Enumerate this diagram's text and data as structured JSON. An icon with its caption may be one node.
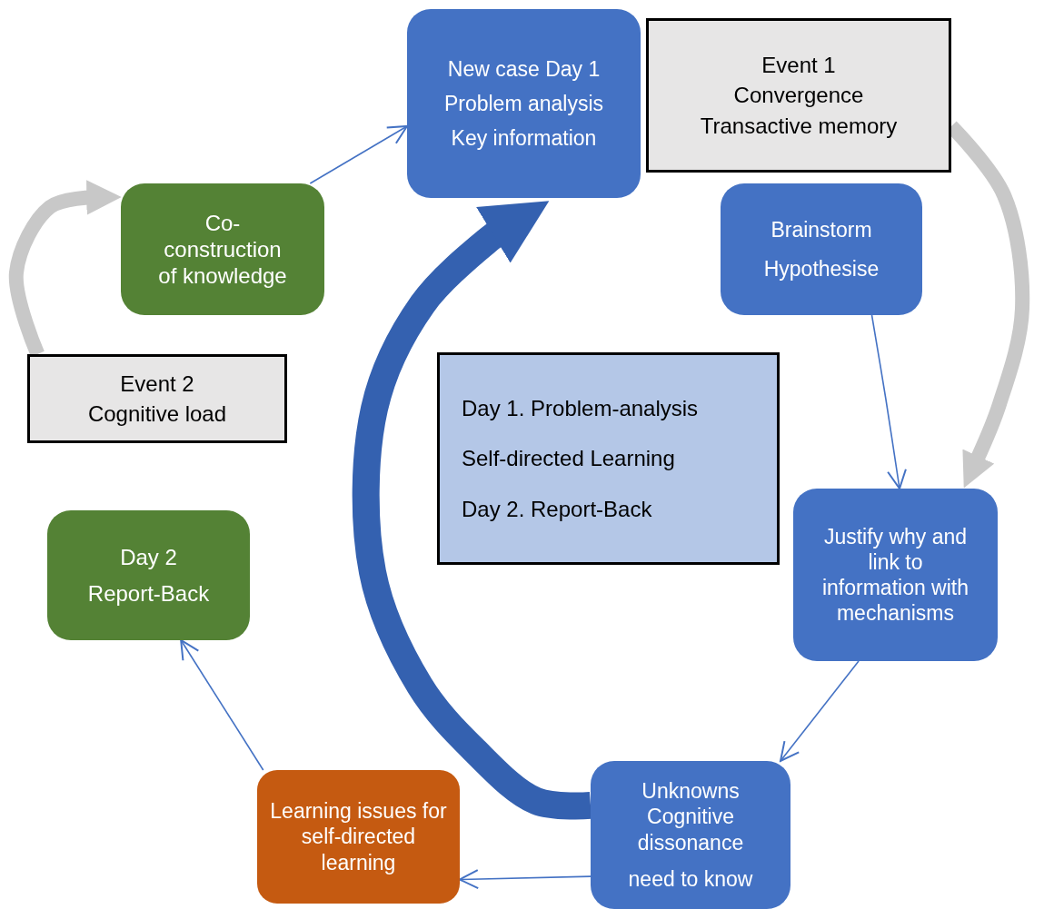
{
  "diagram": {
    "nodes": [
      {
        "text": [
          "New case Day 1",
          "Problem analysis",
          "Key information"
        ]
      },
      {
        "text": [
          "Event 1",
          "Convergence",
          "Transactive memory"
        ]
      },
      {
        "text": [
          "Brainstorm",
          "Hypothesise"
        ]
      },
      {
        "text": [
          "Day 1. Problem-analysis",
          "Self-directed Learning",
          "Day 2. Report-Back"
        ]
      },
      {
        "text": [
          "Justify why and link to information with mechanisms"
        ]
      },
      {
        "text": [
          "Unknowns Cognitive dissonance",
          "need to know"
        ]
      },
      {
        "text": [
          "Learning issues for self-directed learning"
        ]
      },
      {
        "text": [
          "Day 2",
          "Report-Back"
        ]
      },
      {
        "text": [
          "Event 2",
          "Cognitive load"
        ]
      },
      {
        "text": [
          "Co-construction of knowledge"
        ]
      }
    ],
    "edges": [
      {
        "from": 9,
        "to": 0,
        "arrow": "to"
      },
      {
        "from": 2,
        "to": 4,
        "arrow": "to"
      },
      {
        "from": 4,
        "to": 5,
        "arrow": "to"
      },
      {
        "from": 5,
        "to": 6,
        "arrow": "to"
      },
      {
        "from": 6,
        "to": 7,
        "arrow": "to"
      },
      {
        "from": 5,
        "to": 0,
        "arrow": "to",
        "style": "thick",
        "color": "#3461b0"
      },
      {
        "from": 1,
        "to": 4,
        "arrow": "to",
        "style": "thick",
        "color": "#c8c8c8"
      },
      {
        "from": 8,
        "to": 9,
        "arrow": "to",
        "style": "thick",
        "color": "#c8c8c8"
      }
    ]
  }
}
